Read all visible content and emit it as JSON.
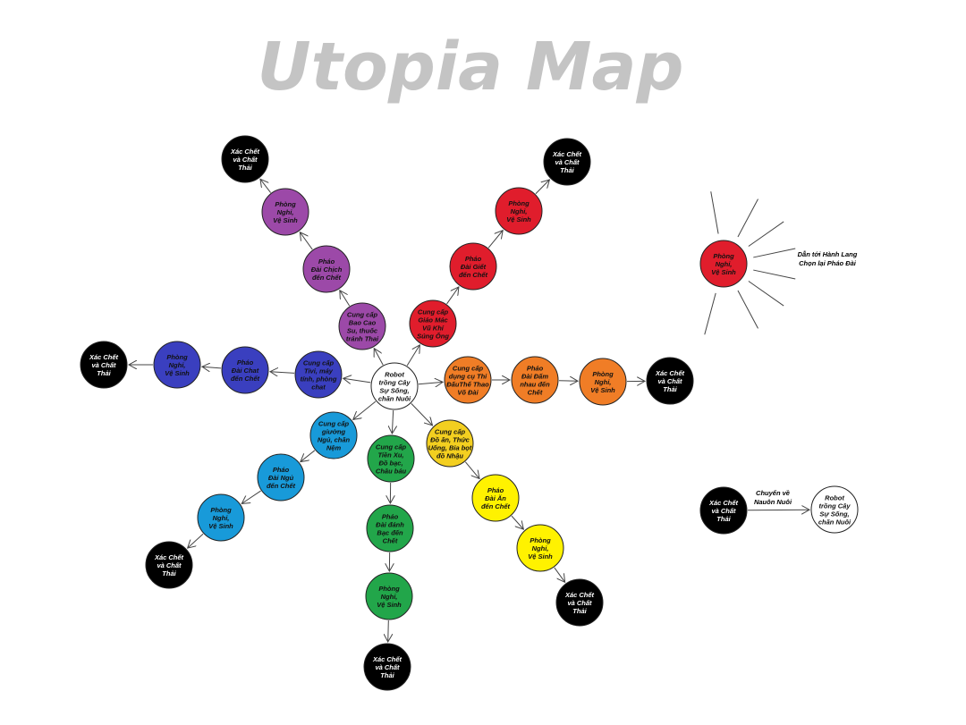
{
  "title": "Utopia Map",
  "colors": {
    "purple": "#9c49a8",
    "red": "#e01d2c",
    "blue": "#3a3fbf",
    "orange": "#f07d26",
    "yellow": "#f3cf20",
    "yellow_bright": "#fff200",
    "green": "#22a64a",
    "cyan": "#189ad9",
    "black": "#000000",
    "white": "#ffffff"
  },
  "nodes": [
    {
      "id": "center",
      "lines": [
        "Robot",
        "trồng Cây",
        "Sự Sống,",
        "chăn Nuôi"
      ],
      "color": "white"
    },
    {
      "id": "purple-1",
      "lines": [
        "Cung cấp",
        "Bao Cao",
        "Su, thuốc",
        "tránh Thai"
      ],
      "color": "purple"
    },
    {
      "id": "purple-2",
      "lines": [
        "Pháo",
        "Đài Chịch",
        "đến Chết"
      ],
      "color": "purple"
    },
    {
      "id": "purple-3",
      "lines": [
        "Phòng",
        "Nghỉ,",
        "Vệ Sinh"
      ],
      "color": "purple"
    },
    {
      "id": "purple-4",
      "lines": [
        "Xác Chết",
        "và Chất",
        "Thải"
      ],
      "color": "black"
    },
    {
      "id": "red-1",
      "lines": [
        "Cung cấp",
        "Giáo Mác",
        "Vũ Khí",
        "Súng Ống"
      ],
      "color": "red"
    },
    {
      "id": "red-2",
      "lines": [
        "Pháo",
        "Đài Giết",
        "đến Chết"
      ],
      "color": "red"
    },
    {
      "id": "red-3",
      "lines": [
        "Phòng",
        "Nghỉ,",
        "Vệ Sinh"
      ],
      "color": "red"
    },
    {
      "id": "red-4",
      "lines": [
        "Xác Chết",
        "và Chất",
        "Thải"
      ],
      "color": "black"
    },
    {
      "id": "blue-1",
      "lines": [
        "Cung cấp",
        "Tivi, máy",
        "tính, phòng",
        "chat"
      ],
      "color": "blue"
    },
    {
      "id": "blue-2",
      "lines": [
        "Pháo",
        "Đài Chat",
        "đến Chết"
      ],
      "color": "blue"
    },
    {
      "id": "blue-3",
      "lines": [
        "Phòng",
        "Nghỉ,",
        "Vệ Sinh"
      ],
      "color": "blue"
    },
    {
      "id": "blue-4",
      "lines": [
        "Xác Chết",
        "và Chất",
        "Thải"
      ],
      "color": "black"
    },
    {
      "id": "orange-1",
      "lines": [
        "Cung cấp",
        "dụng cụ Thi",
        "ĐấuThể Thao",
        "Võ Đài"
      ],
      "color": "orange"
    },
    {
      "id": "orange-2",
      "lines": [
        "Pháo",
        "Đài Đấm",
        "nhau đến",
        "Chết"
      ],
      "color": "orange"
    },
    {
      "id": "orange-3",
      "lines": [
        "Phòng",
        "Nghỉ,",
        "Vệ Sinh"
      ],
      "color": "orange"
    },
    {
      "id": "orange-4",
      "lines": [
        "Xác Chết",
        "và Chất",
        "Thải"
      ],
      "color": "black"
    },
    {
      "id": "cyan-1",
      "lines": [
        "Cung cấp",
        "giường",
        "Ngủ, chăn",
        "Nệm"
      ],
      "color": "cyan"
    },
    {
      "id": "cyan-2",
      "lines": [
        "Pháo",
        "Đài Ngủ",
        "đến Chết"
      ],
      "color": "cyan"
    },
    {
      "id": "cyan-3",
      "lines": [
        "Phòng",
        "Nghỉ,",
        "Vệ Sinh"
      ],
      "color": "cyan"
    },
    {
      "id": "cyan-4",
      "lines": [
        "Xác Chết",
        "và Chất",
        "Thải"
      ],
      "color": "black"
    },
    {
      "id": "green-1",
      "lines": [
        "Cung cấp",
        "Tiền Xu,",
        "Đồ bạc,",
        "Châu báu"
      ],
      "color": "green"
    },
    {
      "id": "green-2",
      "lines": [
        "Pháo",
        "Đài đánh",
        "Bạc đến",
        "Chết"
      ],
      "color": "green"
    },
    {
      "id": "green-3",
      "lines": [
        "Phòng",
        "Nghỉ,",
        "Vệ Sinh"
      ],
      "color": "green"
    },
    {
      "id": "green-4",
      "lines": [
        "Xác Chết",
        "và Chất",
        "Thải"
      ],
      "color": "black"
    },
    {
      "id": "yellow-1",
      "lines": [
        "Cung cấp",
        "Đồ ăn, Thức",
        "Uống, Bia bọt",
        "đồ Nhậu"
      ],
      "color": "yellow"
    },
    {
      "id": "yellow-2",
      "lines": [
        "Pháo",
        "Đài Ăn",
        "đến Chết"
      ],
      "color": "yellow_bright"
    },
    {
      "id": "yellow-3",
      "lines": [
        "Phòng",
        "Nghỉ,",
        "Vệ Sinh"
      ],
      "color": "yellow_bright"
    },
    {
      "id": "yellow-4",
      "lines": [
        "Xác Chết",
        "và Chất",
        "Thải"
      ],
      "color": "black"
    },
    {
      "id": "legend-red",
      "lines": [
        "Phòng",
        "Nghỉ,",
        "Vệ Sinh"
      ],
      "color": "red"
    },
    {
      "id": "legend-black",
      "lines": [
        "Xác Chết",
        "và Chất",
        "Thải"
      ],
      "color": "black"
    },
    {
      "id": "legend-white",
      "lines": [
        "Robot",
        "trồng Cây",
        "Sự Sống,",
        "chăn Nuôi"
      ],
      "color": "white"
    }
  ],
  "edges": [
    [
      "center",
      "purple-1"
    ],
    [
      "purple-1",
      "purple-2"
    ],
    [
      "purple-2",
      "purple-3"
    ],
    [
      "purple-3",
      "purple-4"
    ],
    [
      "center",
      "red-1"
    ],
    [
      "red-1",
      "red-2"
    ],
    [
      "red-2",
      "red-3"
    ],
    [
      "red-3",
      "red-4"
    ],
    [
      "center",
      "blue-1"
    ],
    [
      "blue-1",
      "blue-2"
    ],
    [
      "blue-2",
      "blue-3"
    ],
    [
      "blue-3",
      "blue-4"
    ],
    [
      "center",
      "orange-1"
    ],
    [
      "orange-1",
      "orange-2"
    ],
    [
      "orange-2",
      "orange-3"
    ],
    [
      "orange-3",
      "orange-4"
    ],
    [
      "center",
      "cyan-1"
    ],
    [
      "cyan-1",
      "cyan-2"
    ],
    [
      "cyan-2",
      "cyan-3"
    ],
    [
      "cyan-3",
      "cyan-4"
    ],
    [
      "center",
      "green-1"
    ],
    [
      "green-1",
      "green-2"
    ],
    [
      "green-2",
      "green-3"
    ],
    [
      "green-3",
      "green-4"
    ],
    [
      "center",
      "yellow-1"
    ],
    [
      "yellow-1",
      "yellow-2"
    ],
    [
      "yellow-2",
      "yellow-3"
    ],
    [
      "yellow-3",
      "yellow-4"
    ],
    [
      "legend-black",
      "legend-white"
    ]
  ],
  "notes": {
    "corridor": [
      "Dẫn tới Hành Lang",
      "Chọn lại Pháo Đài"
    ],
    "return": [
      "Chuyển về",
      "Nauôn Nuôi"
    ]
  }
}
